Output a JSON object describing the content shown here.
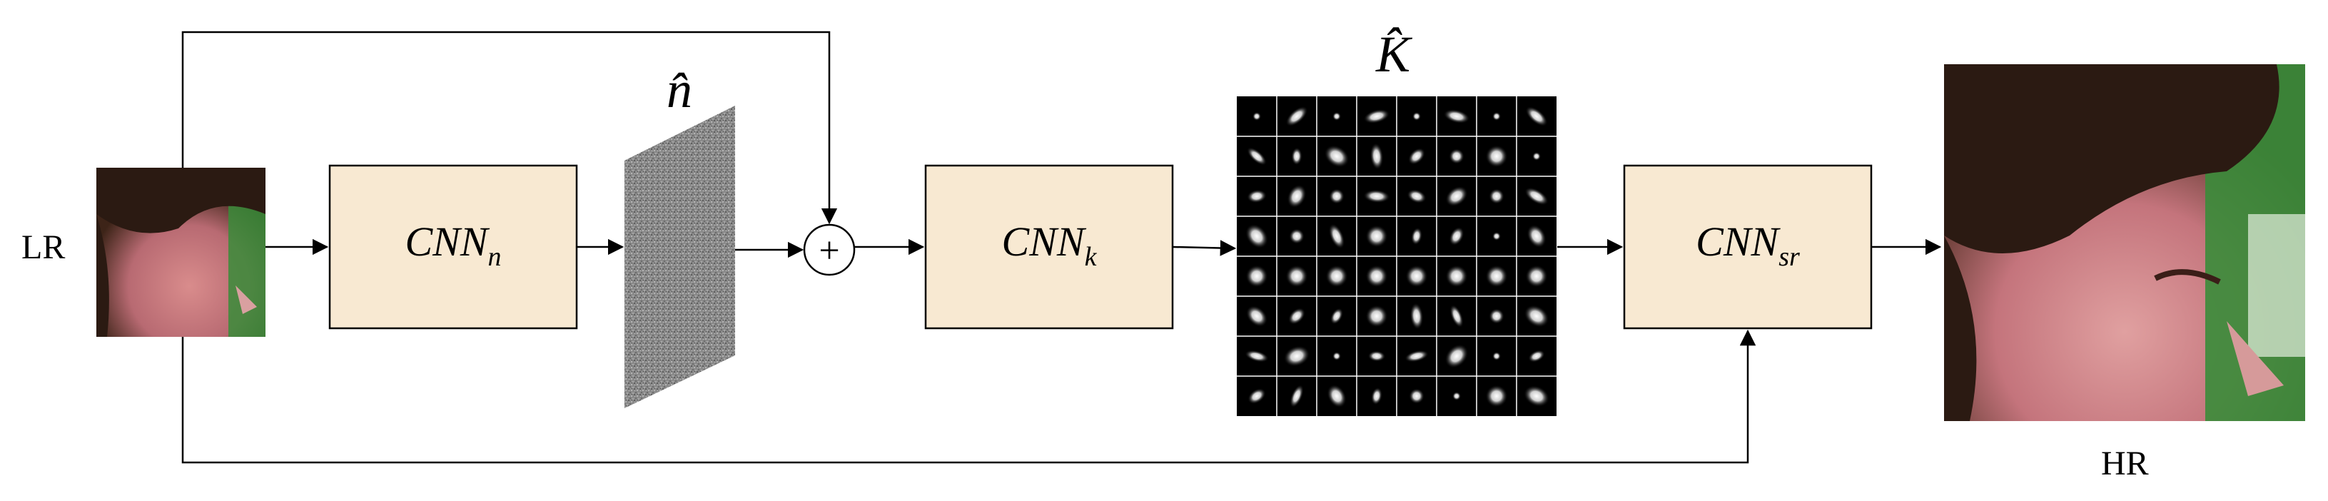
{
  "inputs": {
    "lr_label": "LR"
  },
  "outputs": {
    "hr_label": "HR"
  },
  "noise": {
    "symbol": "n̂"
  },
  "kernel": {
    "symbol": "K̂",
    "grid_rows": 8,
    "grid_cols": 8
  },
  "modules": [
    {
      "id": "cnn_n",
      "main": "CNN",
      "sub": "n"
    },
    {
      "id": "cnn_k",
      "main": "CNN",
      "sub": "k"
    },
    {
      "id": "cnn_sr",
      "main": "CNN",
      "sub": "sr"
    }
  ],
  "operators": {
    "add_symbol": "+"
  },
  "colors": {
    "module_fill": "#f8e9d2",
    "line": "#000000",
    "kernel_bg": "#000000",
    "noise_fill": "#808080",
    "skin": "#c97a7a",
    "hair": "#2b1a12",
    "foliage": "#3a8c3a"
  }
}
